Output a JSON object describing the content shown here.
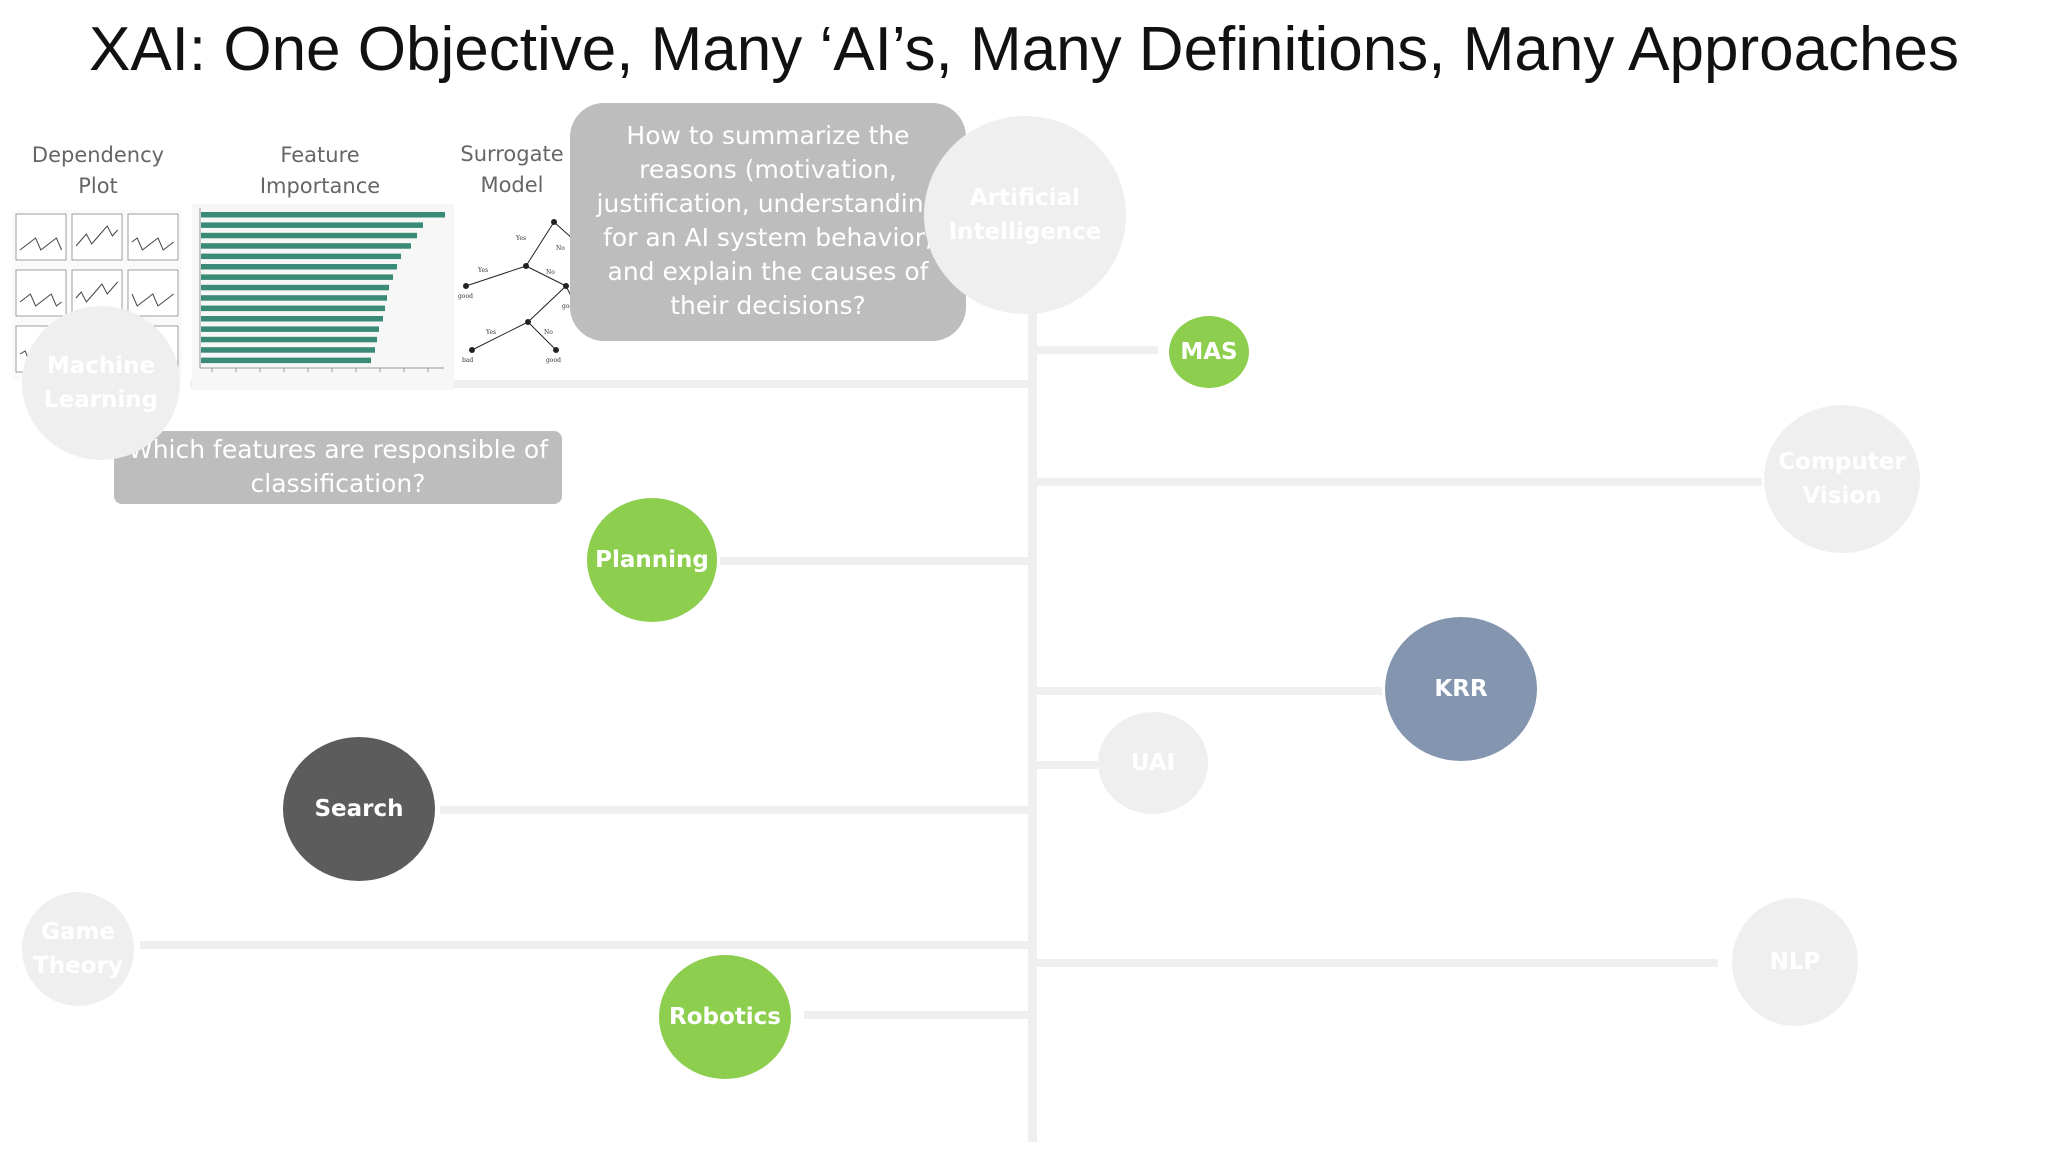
{
  "title": "XAI: One Objective, Many ‘AI’s, Many Definitions, Many Approaches",
  "root_node": "Artificial\nIntelligence",
  "question_main": "How to summarize the\nreasons (motivation,\njustification, understanding\nfor an AI system behavior,\nand explain the causes of\ntheir decisions?",
  "question_ml": "Which features are responsible of\nclassification?",
  "captions": {
    "dependency": "Dependency\nPlot",
    "feature": "Feature\nImportance",
    "surrogate": "Surrogate\nModel"
  },
  "nodes": {
    "ml": "Machine\nLearning",
    "mas": "MAS",
    "cv": "Computer\nVision",
    "planning": "Planning",
    "krr": "KRR",
    "uai": "UAI",
    "search": "Search",
    "game": "Game\nTheory",
    "nlp": "NLP",
    "robotics": "Robotics"
  },
  "surrogate_tree": {
    "labels": [
      "Yes",
      "No",
      "Yes",
      "No",
      "Yes",
      "No",
      "good",
      "good",
      "bad",
      "good"
    ]
  },
  "colors": {
    "highlight_green": "#8dce4e",
    "search_gray": "#5c5c5c",
    "krr_blue": "#8495b0",
    "faded": "#efeff0",
    "feature_bar": "#3a8a78"
  }
}
